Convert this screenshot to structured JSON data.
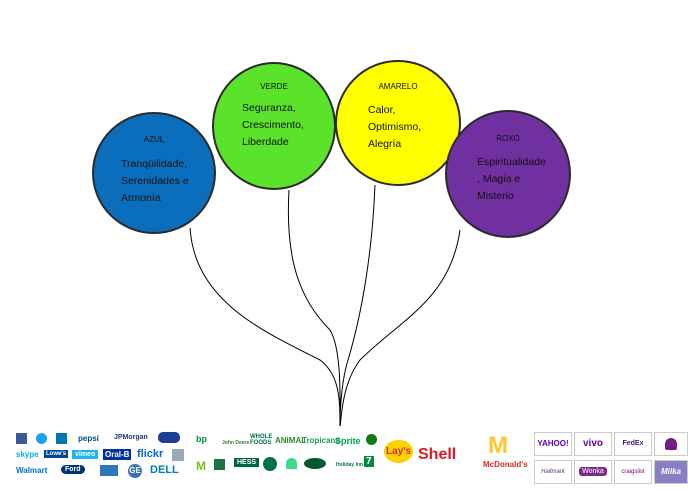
{
  "balloons": [
    {
      "id": "azul",
      "title": "AZUL",
      "text": "Tranqüilidade,\nSerenidades e\nArmonía",
      "color": "#0a6ebd"
    },
    {
      "id": "verde",
      "title": "VERDE",
      "text": "Seguranza,\nCrescimento,\nLiberdade",
      "color": "#5be22a"
    },
    {
      "id": "amarelo",
      "title": "AMARELO",
      "text": "Calor,\nOptimismo,\nAlegría",
      "color": "#ffff00"
    },
    {
      "id": "roxo",
      "title": "ROXO",
      "text": "Espiritualidade\n, Magia e\nMisterio",
      "color": "#7030a0"
    }
  ],
  "logos": {
    "blue_group": [
      "pepsi",
      "JPMorgan",
      "flickr",
      "Walmart",
      "Ford",
      "DELL",
      "skype",
      "Lowe's",
      "vimeo",
      "Oral-B",
      "GE"
    ],
    "green_group": [
      "bp",
      "John Deere",
      "WHOLE FOODS",
      "ANIMAL",
      "Tropicana",
      "Sprite",
      "7",
      "HESS",
      "STARBUCKS",
      "LAND ROVER",
      "Holiday Inn",
      "Android"
    ],
    "yellow_group": [
      "Lay's",
      "Shell",
      "McDonald's"
    ],
    "purple_group": [
      "YAHOO!",
      "vivo",
      "FedEx",
      "Taco Bell",
      "Hallmark",
      "Wonka",
      "craigslist",
      "Milka"
    ]
  }
}
